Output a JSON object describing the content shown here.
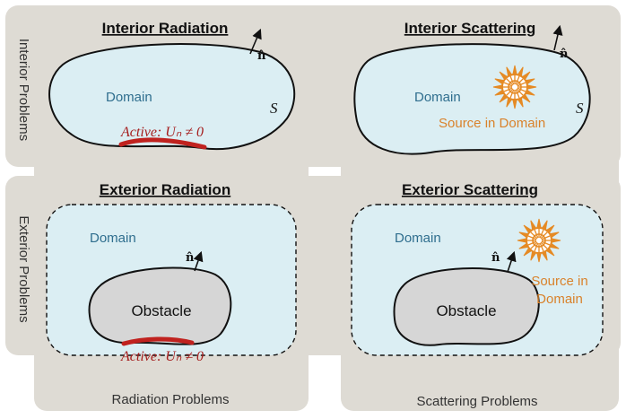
{
  "panels": {
    "interior_radiation": {
      "title": "Interior Radiation",
      "domain": "Domain",
      "active": "Active: Uₙ ≠ 0",
      "normal": "n̂",
      "boundary": "S"
    },
    "interior_scattering": {
      "title": "Interior Scattering",
      "domain": "Domain",
      "source": "Source in Domain",
      "normal": "n̂",
      "boundary": "S"
    },
    "exterior_radiation": {
      "title": "Exterior Radiation",
      "domain": "Domain",
      "obstacle": "Obstacle",
      "active": "Active: Uₙ ≠ 0",
      "normal": "n̂"
    },
    "exterior_scattering": {
      "title": "Exterior Scattering",
      "domain": "Domain",
      "obstacle": "Obstacle",
      "source_line1": "Source in",
      "source_line2": "Domain",
      "normal": "n̂"
    }
  },
  "row_labels": {
    "interior": "Interior Problems",
    "exterior": "Exterior Problems"
  },
  "column_labels": {
    "radiation": "Radiation Problems",
    "scattering": "Scattering Problems"
  },
  "colors": {
    "band": "#ddd8d0",
    "domain_fill": "#dbeef3",
    "obstacle_fill": "#d6d6d6",
    "active": "#c0221f",
    "source": "#e58a24",
    "domain_text": "#2f6e8e"
  }
}
